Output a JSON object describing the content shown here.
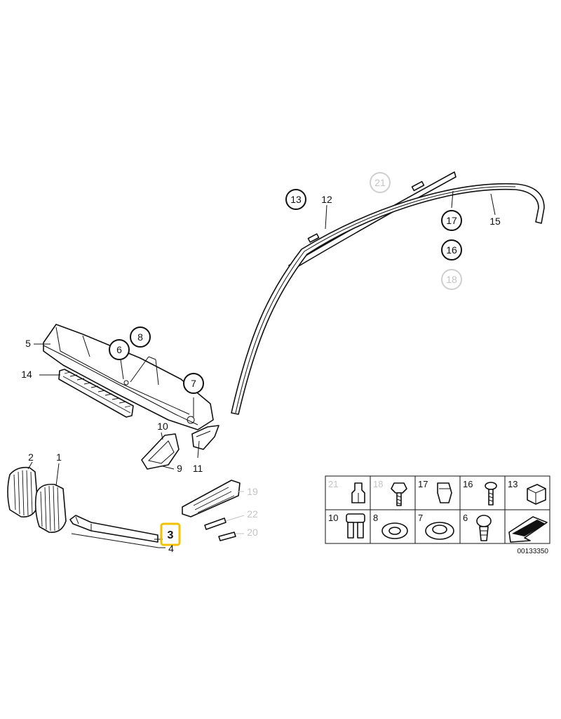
{
  "callouts": {
    "c1": "1",
    "c2": "2",
    "c3": "3",
    "c4": "4",
    "c5": "5",
    "c6": "6",
    "c7": "7",
    "c8": "8",
    "c9": "9",
    "c10": "10",
    "c11": "11",
    "c12": "12",
    "c13": "13",
    "c14": "14",
    "c15": "15",
    "c16": "16",
    "c17": "17",
    "c18": "18",
    "c19": "19",
    "c20": "20",
    "c21": "21",
    "c22": "22"
  },
  "legend_table": {
    "row1": [
      "21",
      "18",
      "17",
      "16",
      "13"
    ],
    "row2": [
      "10",
      "8",
      "7",
      "6",
      ""
    ]
  },
  "diagram_code": "00133350",
  "colors": {
    "line": "#111111",
    "muted": "#c4c4c4",
    "highlight": "#f2c200"
  }
}
